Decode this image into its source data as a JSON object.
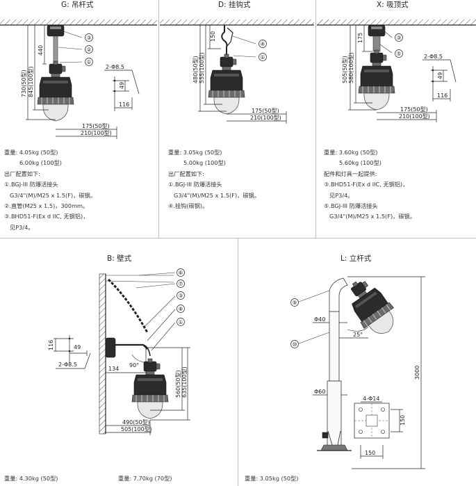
{
  "panels": {
    "g": {
      "title": "G: 吊杆式",
      "callouts": [
        "③",
        "②",
        "①"
      ],
      "dims": {
        "rod": "440",
        "h50": "730(50型)",
        "h100": "845(100型)",
        "w50": "175(50型)",
        "w100": "210(100型)",
        "hole": "2-Φ8.5",
        "h49": "49",
        "w116": "116"
      },
      "notes": [
        "重量: 4.05kg (50型)",
        "6.00kg (100型)",
        "出厂配置如下:",
        "①.BGJ-III 防爆活接头",
        "G3/4\"(M)/M25 x 1.5(F)，碳钢。",
        "②.直管(M25 x 1.5)，300mm。",
        "③.BHD51-F(Ex d IIC, 无钢铝)，",
        "见P3/4。"
      ]
    },
    "d": {
      "title": "D: 挂钩式",
      "callouts": [
        "④",
        "①"
      ],
      "dims": {
        "hook": "150",
        "h50": "480(50型)",
        "h100": "555(100型)",
        "w50": "175(50型)",
        "w100": "210(100型)"
      },
      "notes": [
        "重量: 3.05kg (50型)",
        "5.00kg (100型)",
        "出厂配置如下:",
        "①.BGJ-III 防爆活接头",
        "G3/4\"(M)/M25 x 1.5(F)，碳钢。",
        "④.挂钩(碳钢)。"
      ]
    },
    "x": {
      "title": "X: 吸顶式",
      "callouts": [
        "③",
        "⑤"
      ],
      "dims": {
        "top": "175",
        "h50": "505(50型)",
        "h100": "580(100型)",
        "w50": "175(50型)",
        "w100": "210(100型)",
        "hole": "2-Φ8.5",
        "h49": "49",
        "w116": "116"
      },
      "notes": [
        "重量: 3.60kg (50型)",
        "5.60kg (100型)",
        "配件和灯具一起提供:",
        "③.BHD51-F(Ex d IIC, 无钢铝)，",
        "见P3/4。",
        "⑤.BGJ-III 防爆活接头",
        "G3/4\"(M)/M25 x 1.5(F)，碳钢。"
      ]
    },
    "b": {
      "title": "B: 壁式",
      "callouts": [
        "⑥",
        "⑦",
        "③",
        "⑧",
        "①"
      ],
      "dims": {
        "h116": "116",
        "w49": "49",
        "hole": "2-Φ8.5",
        "w134": "134",
        "angle": "90°",
        "h50": "560(50型)",
        "h100": "635(100型)",
        "w50": "490(50型)",
        "w100": "505(100型)"
      },
      "notes": [
        "重量: 4.30kg (50型)"
      ],
      "notes2": [
        "重量: 7.70kg (70型)"
      ]
    },
    "l": {
      "title": "L: 立杆式",
      "callouts": [
        "⑨",
        "⑩"
      ],
      "dims": {
        "d40": "Φ40",
        "angle": "25°",
        "height": "3000",
        "d60": "Φ60",
        "holes": "4-Φ14",
        "base_h": "150",
        "base_w": "150"
      },
      "notes": [
        "重量: 3.05kg (50型)"
      ]
    }
  }
}
